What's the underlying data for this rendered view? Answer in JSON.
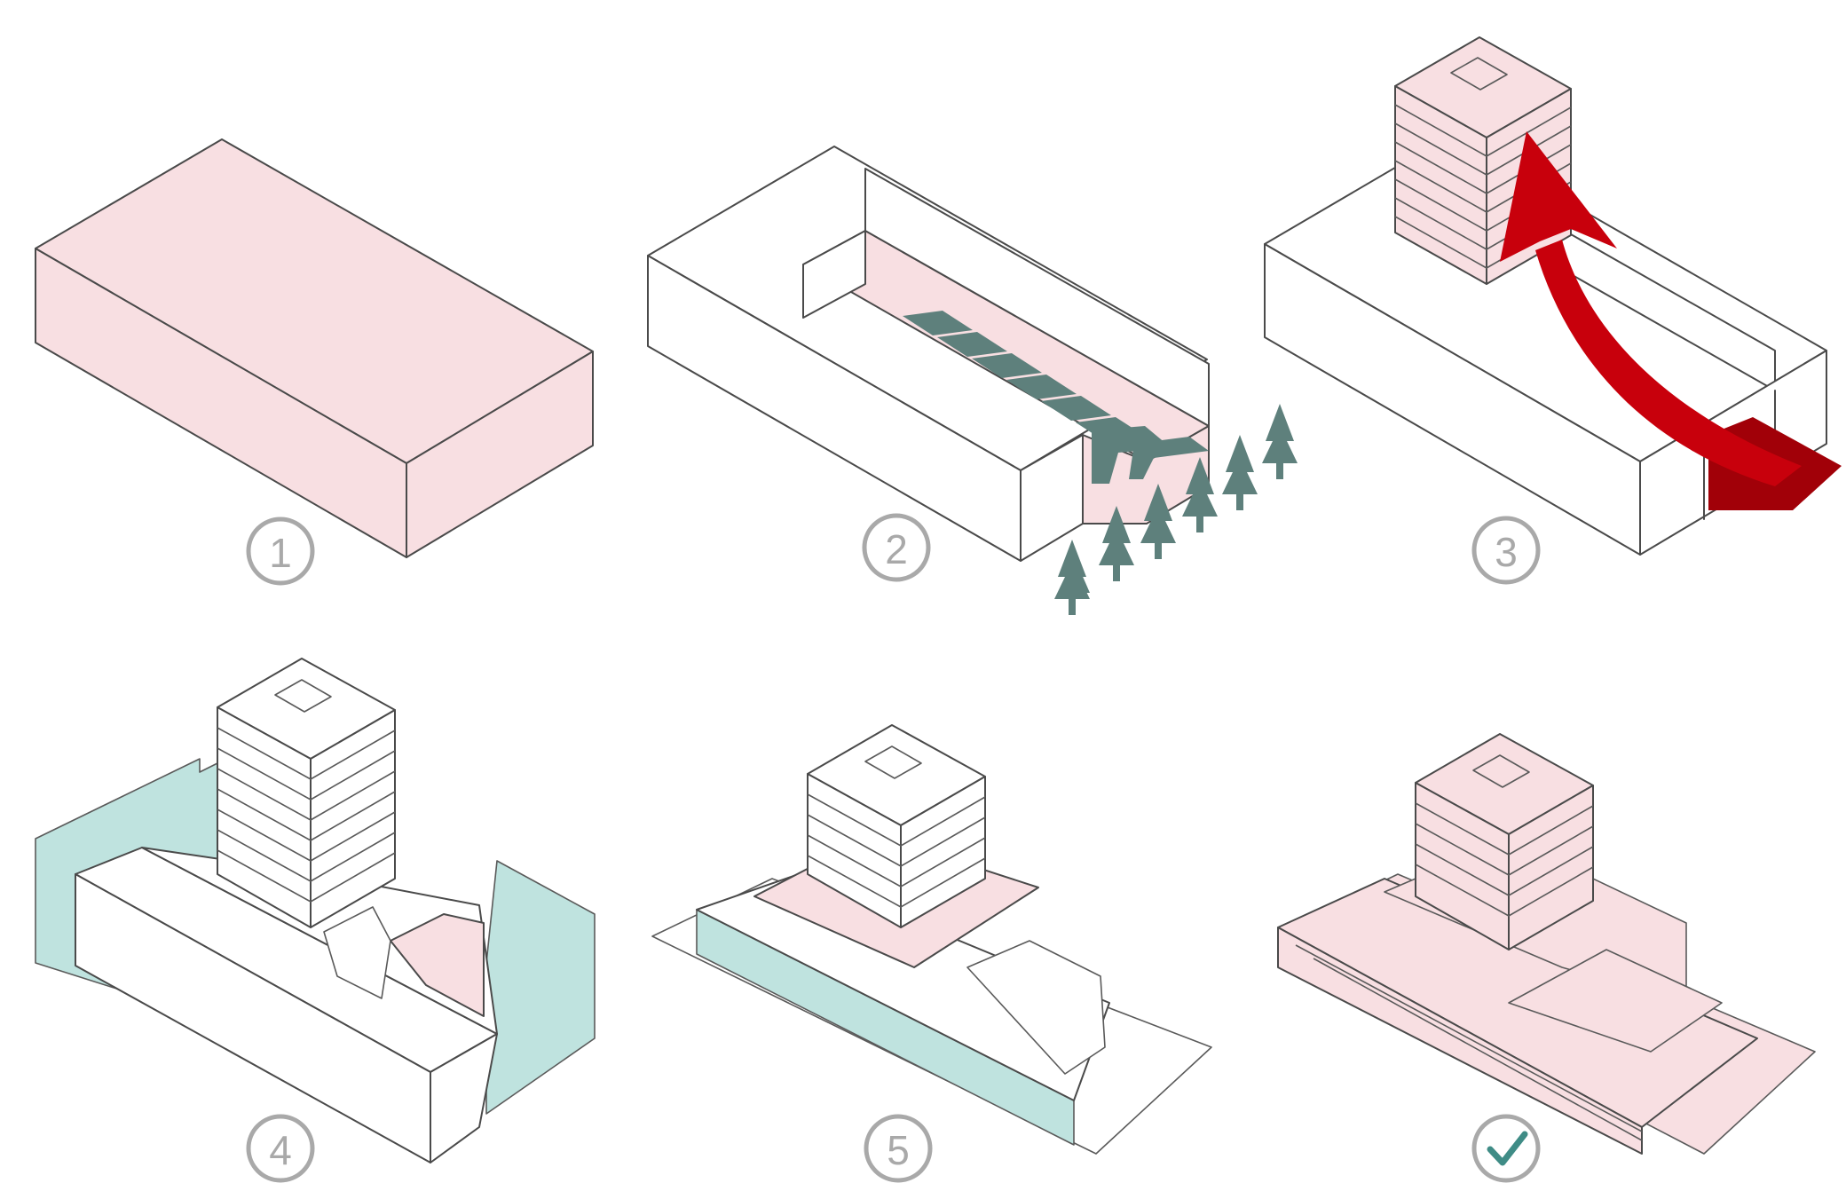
{
  "colors": {
    "pink": "#f8dfe2",
    "mint": "#bfe3df",
    "tree": "#5e807c",
    "stripe": "#5e807c",
    "arrow": "#c8000c",
    "arrow_dark": "#a10008",
    "line": "#4a4a4a",
    "label_gray": "#a9a9a9",
    "check": "#3f8c86"
  },
  "steps": [
    {
      "label": "1"
    },
    {
      "label": "2"
    },
    {
      "label": "3"
    },
    {
      "label": "4"
    },
    {
      "label": "5"
    },
    {
      "icon": "checkmark-icon"
    }
  ]
}
